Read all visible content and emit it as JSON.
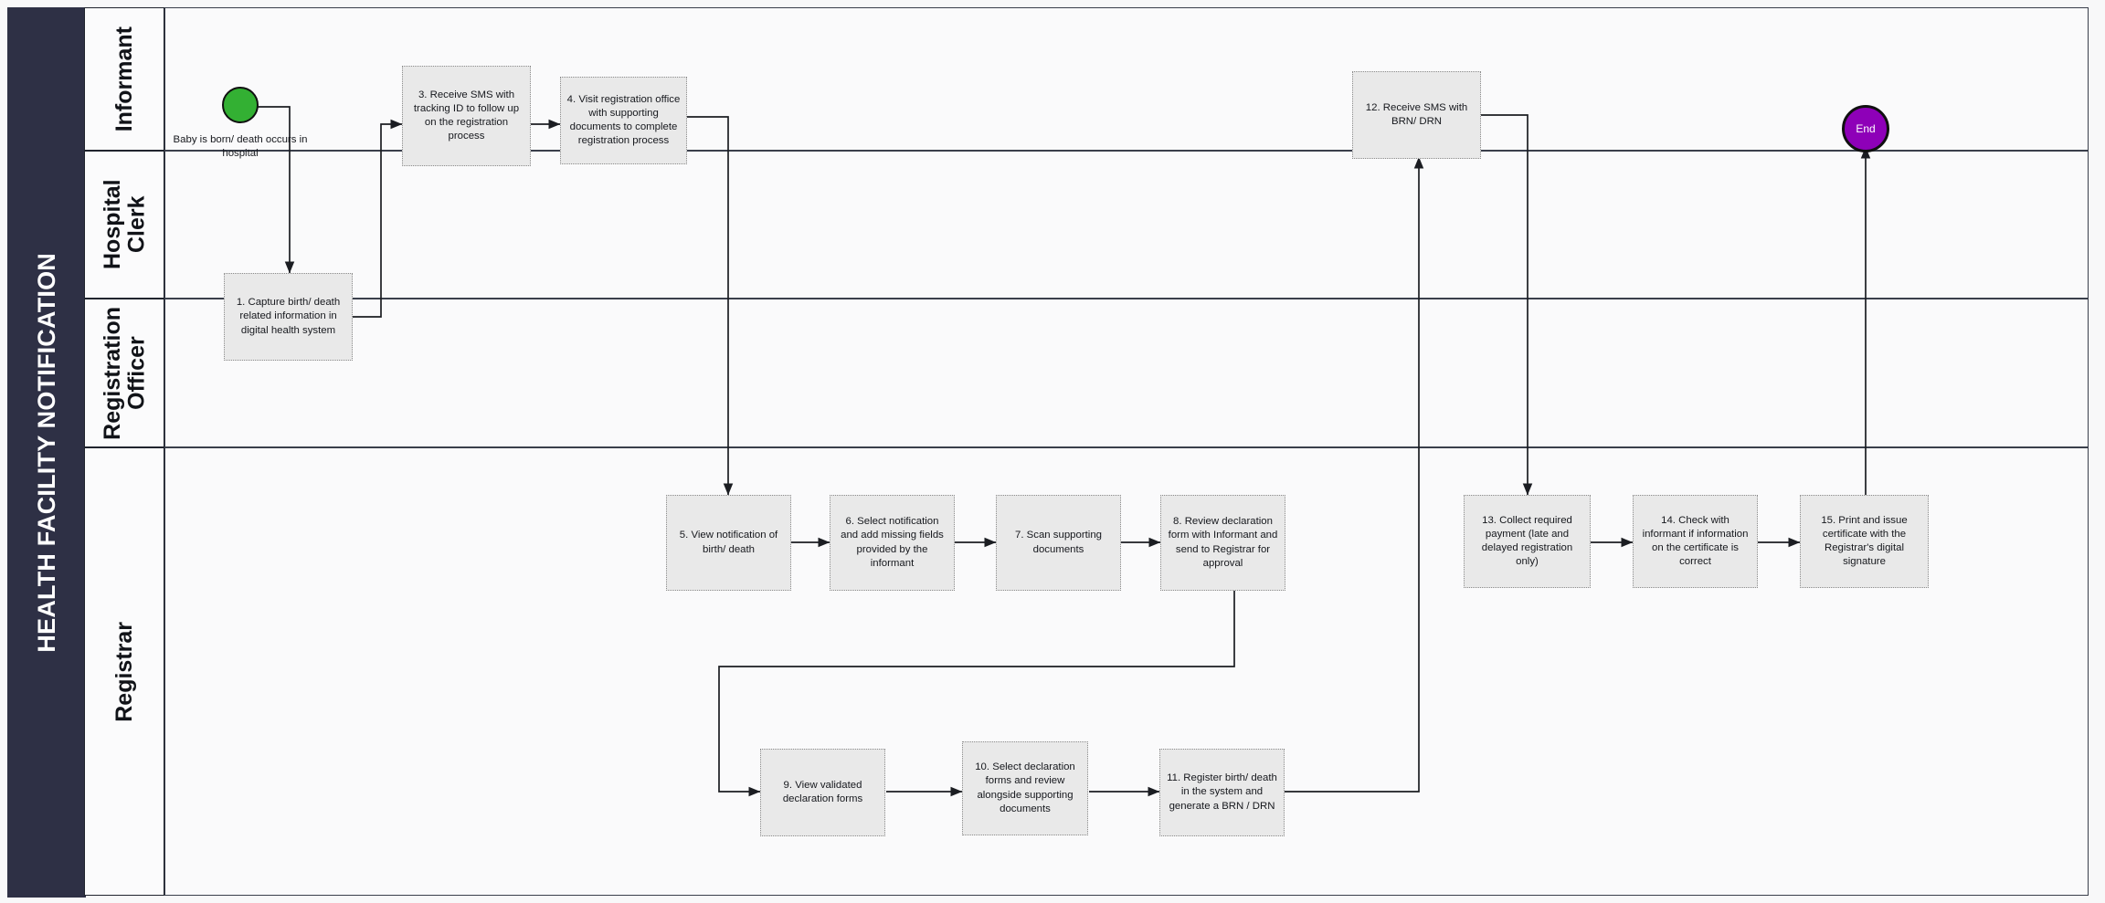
{
  "pool": {
    "title": "HEALTH FACILITY NOTIFICATION"
  },
  "lanes": [
    {
      "id": "informant",
      "label": "Informant"
    },
    {
      "id": "hospital-clerk",
      "label": "Hospital Clerk"
    },
    {
      "id": "registration-officer",
      "label": "Registration\nOfficer"
    },
    {
      "id": "registrar",
      "label": "Registrar"
    }
  ],
  "events": {
    "start": {
      "caption": "Baby is born/ death occurs in hospital",
      "color": "#33b033"
    },
    "end": {
      "label": "End",
      "color": "#8e00b8"
    }
  },
  "tasks": [
    {
      "id": "task-1",
      "lane": "hospital-clerk",
      "label": "1. Capture birth/ death related information in digital health system"
    },
    {
      "id": "task-3",
      "lane": "informant",
      "label": "3. Receive SMS with tracking ID to follow up on the registration process"
    },
    {
      "id": "task-4",
      "lane": "informant",
      "label": "4. Visit registration office with supporting documents to complete registration process"
    },
    {
      "id": "task-5",
      "lane": "registration-officer",
      "label": "5. View notification of birth/ death"
    },
    {
      "id": "task-6",
      "lane": "registration-officer",
      "label": "6. Select notification and add missing fields provided by the informant"
    },
    {
      "id": "task-7",
      "lane": "registration-officer",
      "label": "7. Scan supporting documents"
    },
    {
      "id": "task-8",
      "lane": "registration-officer",
      "label": "8. Review declaration form with Informant and send to Registrar for approval"
    },
    {
      "id": "task-9",
      "lane": "registrar",
      "label": "9. View validated declaration forms"
    },
    {
      "id": "task-10",
      "lane": "registrar",
      "label": "10. Select declaration forms and review alongside supporting documents"
    },
    {
      "id": "task-11",
      "lane": "registrar",
      "label": "11. Register birth/ death in the system and generate a BRN / DRN"
    },
    {
      "id": "task-12",
      "lane": "informant",
      "label": "12. Receive SMS with BRN/ DRN"
    },
    {
      "id": "task-13",
      "lane": "registration-officer",
      "label": "13. Collect required payment (late and delayed registration only)"
    },
    {
      "id": "task-14",
      "lane": "registration-officer",
      "label": "14. Check with informant if information on the certificate is correct"
    },
    {
      "id": "task-15",
      "lane": "registration-officer",
      "label": "15.  Print and issue certificate with the Registrar's digital signature"
    }
  ],
  "flows": [
    {
      "from": "start",
      "to": "task-1"
    },
    {
      "from": "task-1",
      "to": "task-3"
    },
    {
      "from": "task-3",
      "to": "task-4"
    },
    {
      "from": "task-4",
      "to": "task-5"
    },
    {
      "from": "task-5",
      "to": "task-6"
    },
    {
      "from": "task-6",
      "to": "task-7"
    },
    {
      "from": "task-7",
      "to": "task-8"
    },
    {
      "from": "task-8",
      "to": "task-9"
    },
    {
      "from": "task-9",
      "to": "task-10"
    },
    {
      "from": "task-10",
      "to": "task-11"
    },
    {
      "from": "task-11",
      "to": "task-12"
    },
    {
      "from": "task-12",
      "to": "task-13"
    },
    {
      "from": "task-13",
      "to": "task-14"
    },
    {
      "from": "task-14",
      "to": "task-15"
    },
    {
      "from": "task-15",
      "to": "end"
    }
  ]
}
